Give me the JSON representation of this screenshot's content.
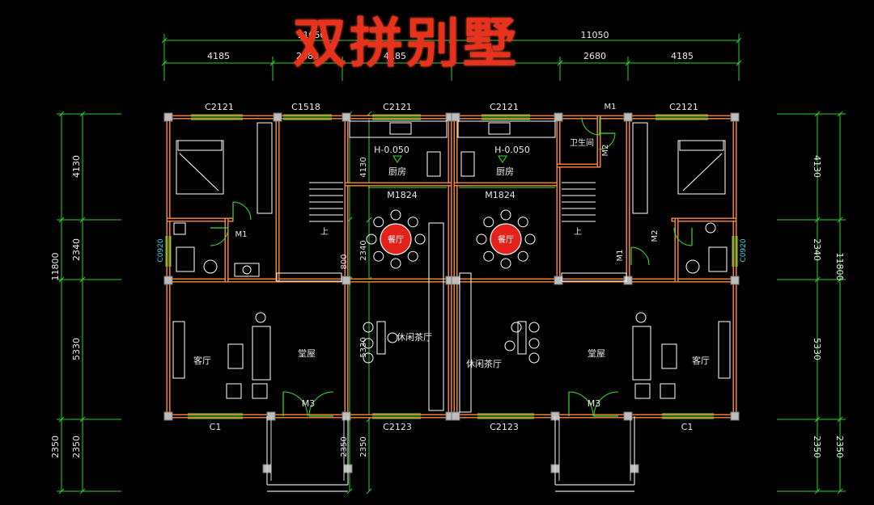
{
  "title": "双拼别墅",
  "dimensions": {
    "top_total": [
      "11050",
      "11050"
    ],
    "top_segments": [
      "4185",
      "2680",
      "4185",
      "2680",
      "4185"
    ],
    "side_total": "11800",
    "side_segments": [
      "4130",
      "2340",
      "5330",
      "2350"
    ],
    "inner": {
      "v4130": "4130",
      "v2340": "2340",
      "v800": "800",
      "v5330": "5330",
      "v2350": "2350"
    }
  },
  "labels": {
    "windows": {
      "c2121": "C2121",
      "c1518": "C1518",
      "c2123": "C2123",
      "c1": "C1",
      "c0920": "C0920"
    },
    "doors": {
      "m1": "M1",
      "m2": "M2",
      "m3": "M3",
      "m1824": "M1824"
    },
    "rooms": {
      "kitchen": "厨房",
      "dining": "餐厅",
      "living": "客厅",
      "hall": "堂屋",
      "tea": "休闲茶厅",
      "bath": "卫生间",
      "up": "上"
    },
    "elevation": "H-0.050"
  },
  "colors": {
    "wall": "#ff8a3a",
    "dim": "#2bd12b",
    "text": "#e8e8e8",
    "window": "#3cdc3c",
    "door": "#3cdc3c",
    "fixture": "#ffffff",
    "label_cyan": "#36d6e6",
    "title": "#e8321c",
    "dining_red": "#e4221a"
  }
}
